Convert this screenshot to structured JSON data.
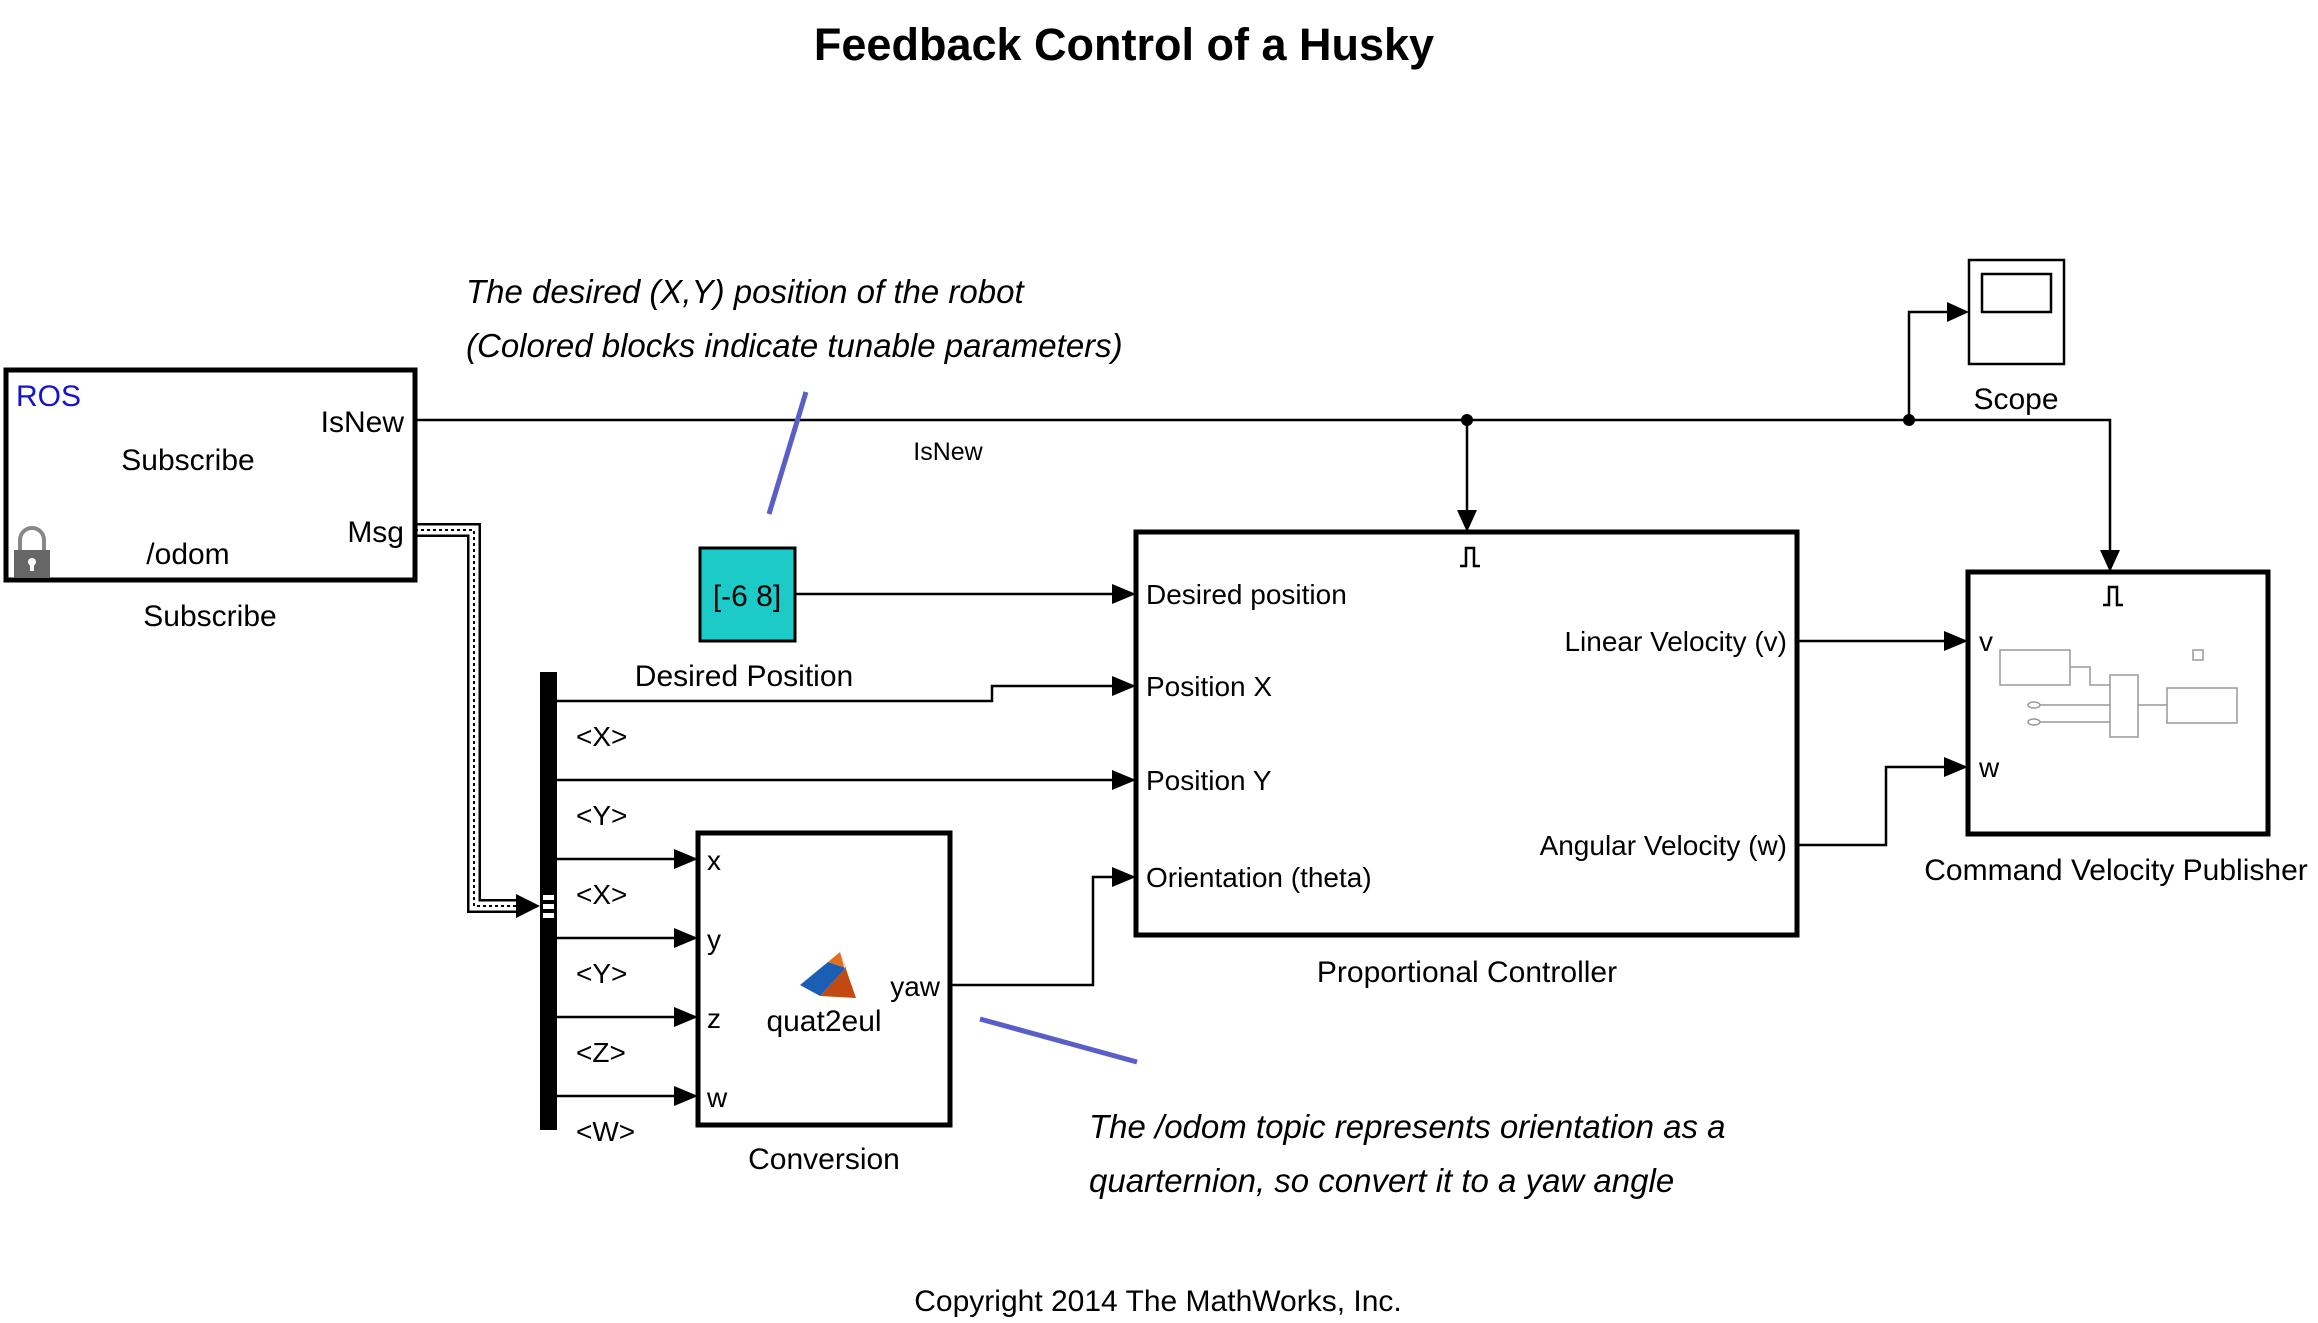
{
  "title": "Feedback Control of a Husky",
  "colors": {
    "tunable_block": "#1ccbc8",
    "ros_label": "#1414c8",
    "callout": "#5a5fc8"
  },
  "subscribe_block": {
    "tag": "ROS",
    "heading": "Subscribe",
    "topic": "/odom",
    "port_isnew": "IsNew",
    "port_msg": "Msg",
    "caption": "Subscribe",
    "icon": "lock-icon"
  },
  "desired_position": {
    "value": "[-6 8]",
    "caption": "Desired Position"
  },
  "bus_selector": {
    "outputs": [
      "<X>",
      "<Y>",
      "<X>",
      "<Y>",
      "<Z>",
      "<W>"
    ]
  },
  "conversion": {
    "inputs": [
      "x",
      "y",
      "z",
      "w"
    ],
    "output": "yaw",
    "function": "quat2eul",
    "caption": "Conversion",
    "icon": "matlab-logo-icon"
  },
  "controller": {
    "inputs": [
      "Desired position",
      "Position X",
      "Position Y",
      "Orientation (theta)"
    ],
    "outputs": [
      "Linear Velocity (v)",
      "Angular Velocity (w)"
    ],
    "caption": "Proportional Controller",
    "trigger_icon": "trigger-pulse-icon"
  },
  "publisher": {
    "inputs": [
      "v",
      "w"
    ],
    "caption": "Command Velocity Publisher",
    "trigger_icon": "trigger-pulse-icon"
  },
  "scope": {
    "caption": "Scope",
    "icon": "scope-screen-icon"
  },
  "signal_label": "IsNew",
  "annotations": {
    "desired_note_line1": "The desired (X,Y) position of the robot",
    "desired_note_line2": "(Colored blocks indicate tunable parameters)",
    "odom_note_line1": "The /odom topic represents orientation as a",
    "odom_note_line2": "quarternion, so convert it to a yaw angle"
  },
  "copyright": "Copyright 2014 The MathWorks, Inc."
}
